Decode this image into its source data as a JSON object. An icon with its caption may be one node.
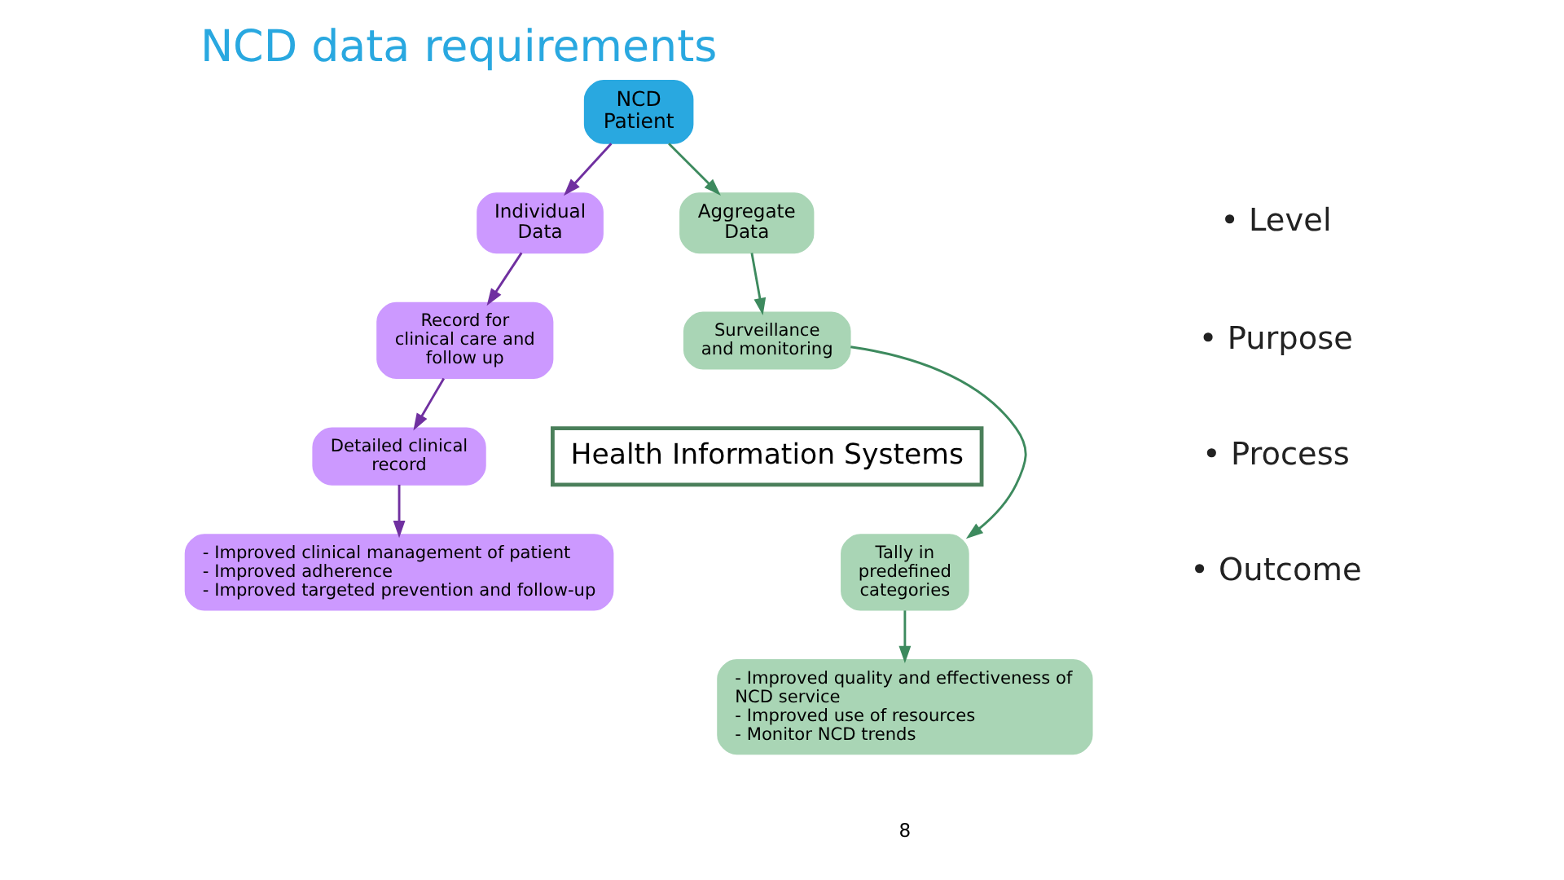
{
  "diagram": {
    "title": "NCD data requirements",
    "nodes": [
      {
        "text": [
          "NCD Patient"
        ]
      },
      {
        "text": [
          "Individual Data"
        ]
      },
      {
        "text": [
          "Aggregate Data"
        ]
      },
      {
        "text": [
          "Record for clinical care and follow up"
        ]
      },
      {
        "text": [
          "Surveillance and monitoring"
        ]
      },
      {
        "text": [
          "Health Information Systems"
        ]
      },
      {
        "text": [
          "Detailed clinical record"
        ]
      },
      {
        "text": [
          "Tally in predefined categories"
        ]
      },
      {
        "text": [
          "- Improved clinical management of patient - Improved adherence - Improved targeted prevention and follow-up"
        ]
      },
      {
        "text": [
          "- Improved quality and effectiveness of NCD service - Improved use of resources - Monitor NCD trends"
        ]
      }
    ],
    "edges": [
      {
        "from": 0,
        "to": 1,
        "arrow": "to",
        "color": "#7030a0"
      },
      {
        "from": 0,
        "to": 2,
        "arrow": "to",
        "color": "#3d8a5e"
      },
      {
        "from": 1,
        "to": 3,
        "arrow": "to",
        "color": "#7030a0"
      },
      {
        "from": 2,
        "to": 4,
        "arrow": "to",
        "color": "#3d8a5e"
      },
      {
        "from": 3,
        "to": 6,
        "arrow": "to",
        "color": "#7030a0"
      },
      {
        "from": 4,
        "to": 7,
        "arrow": "to",
        "color": "#3d8a5e"
      },
      {
        "from": 6,
        "to": 8,
        "arrow": "to",
        "color": "#7030a0"
      },
      {
        "from": 7,
        "to": 9,
        "arrow": "to",
        "color": "#3d8a5e"
      }
    ],
    "labels": [
      "• Level",
      "• Purpose",
      "• Process",
      "• Outcome",
      "8"
    ]
  }
}
